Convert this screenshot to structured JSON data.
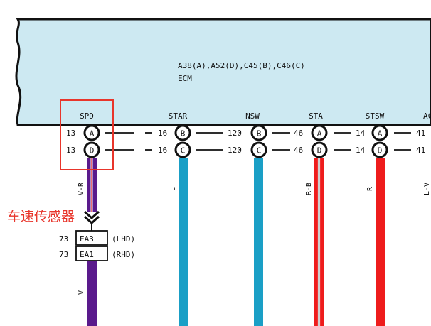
{
  "ecm": {
    "codes": "A38(A),A52(D),C45(B),C46(C)",
    "name": "ECM",
    "fill": "#cde9f2"
  },
  "terminals": [
    {
      "id": "spd",
      "name": "SPD",
      "pin_top": "A",
      "pin_bottom": "D",
      "pin_num_top": "13",
      "pin_num_bottom": "13"
    },
    {
      "id": "star",
      "name": "STAR",
      "pin_top": "B",
      "pin_bottom": "C",
      "pin_num_top": "16",
      "pin_num_bottom": "16"
    },
    {
      "id": "nsw",
      "name": "NSW",
      "pin_top": "B",
      "pin_bottom": "C",
      "pin_num_top": "120",
      "pin_num_bottom": "120"
    },
    {
      "id": "sta",
      "name": "STA",
      "pin_top": "A",
      "pin_bottom": "D",
      "pin_num_top": "46",
      "pin_num_bottom": "46"
    },
    {
      "id": "stsw",
      "name": "STSW",
      "pin_top": "A",
      "pin_bottom": "D",
      "pin_num_top": "14",
      "pin_num_bottom": "14"
    },
    {
      "id": "ac",
      "name": "AC",
      "pin_num_top": "41",
      "pin_num_bottom": "41"
    }
  ],
  "wires": [
    {
      "id": "spd",
      "label": "V-R",
      "color": "#5a1a8c",
      "stripe": "#e52222"
    },
    {
      "id": "star",
      "label": "L",
      "color": "#1a9fc6"
    },
    {
      "id": "nsw",
      "label": "L",
      "color": "#1a9fc6"
    },
    {
      "id": "sta",
      "label": "R-B",
      "color": "#ee1c1c",
      "stripe": "#111111"
    },
    {
      "id": "stsw",
      "label": "R",
      "color": "#ee1c1c"
    },
    {
      "id": "ac",
      "label": "L-V"
    },
    {
      "id": "spd-lower",
      "label": "V",
      "color": "#5a1a8c"
    }
  ],
  "annotation": {
    "text": "车速传感器",
    "color": "#e8352b"
  },
  "connectors": [
    {
      "name": "EA3",
      "pin": "73",
      "note": "(LHD)"
    },
    {
      "name": "EA1",
      "pin": "73",
      "note": "(RHD)"
    }
  ],
  "highlight_color": "#e8352b"
}
